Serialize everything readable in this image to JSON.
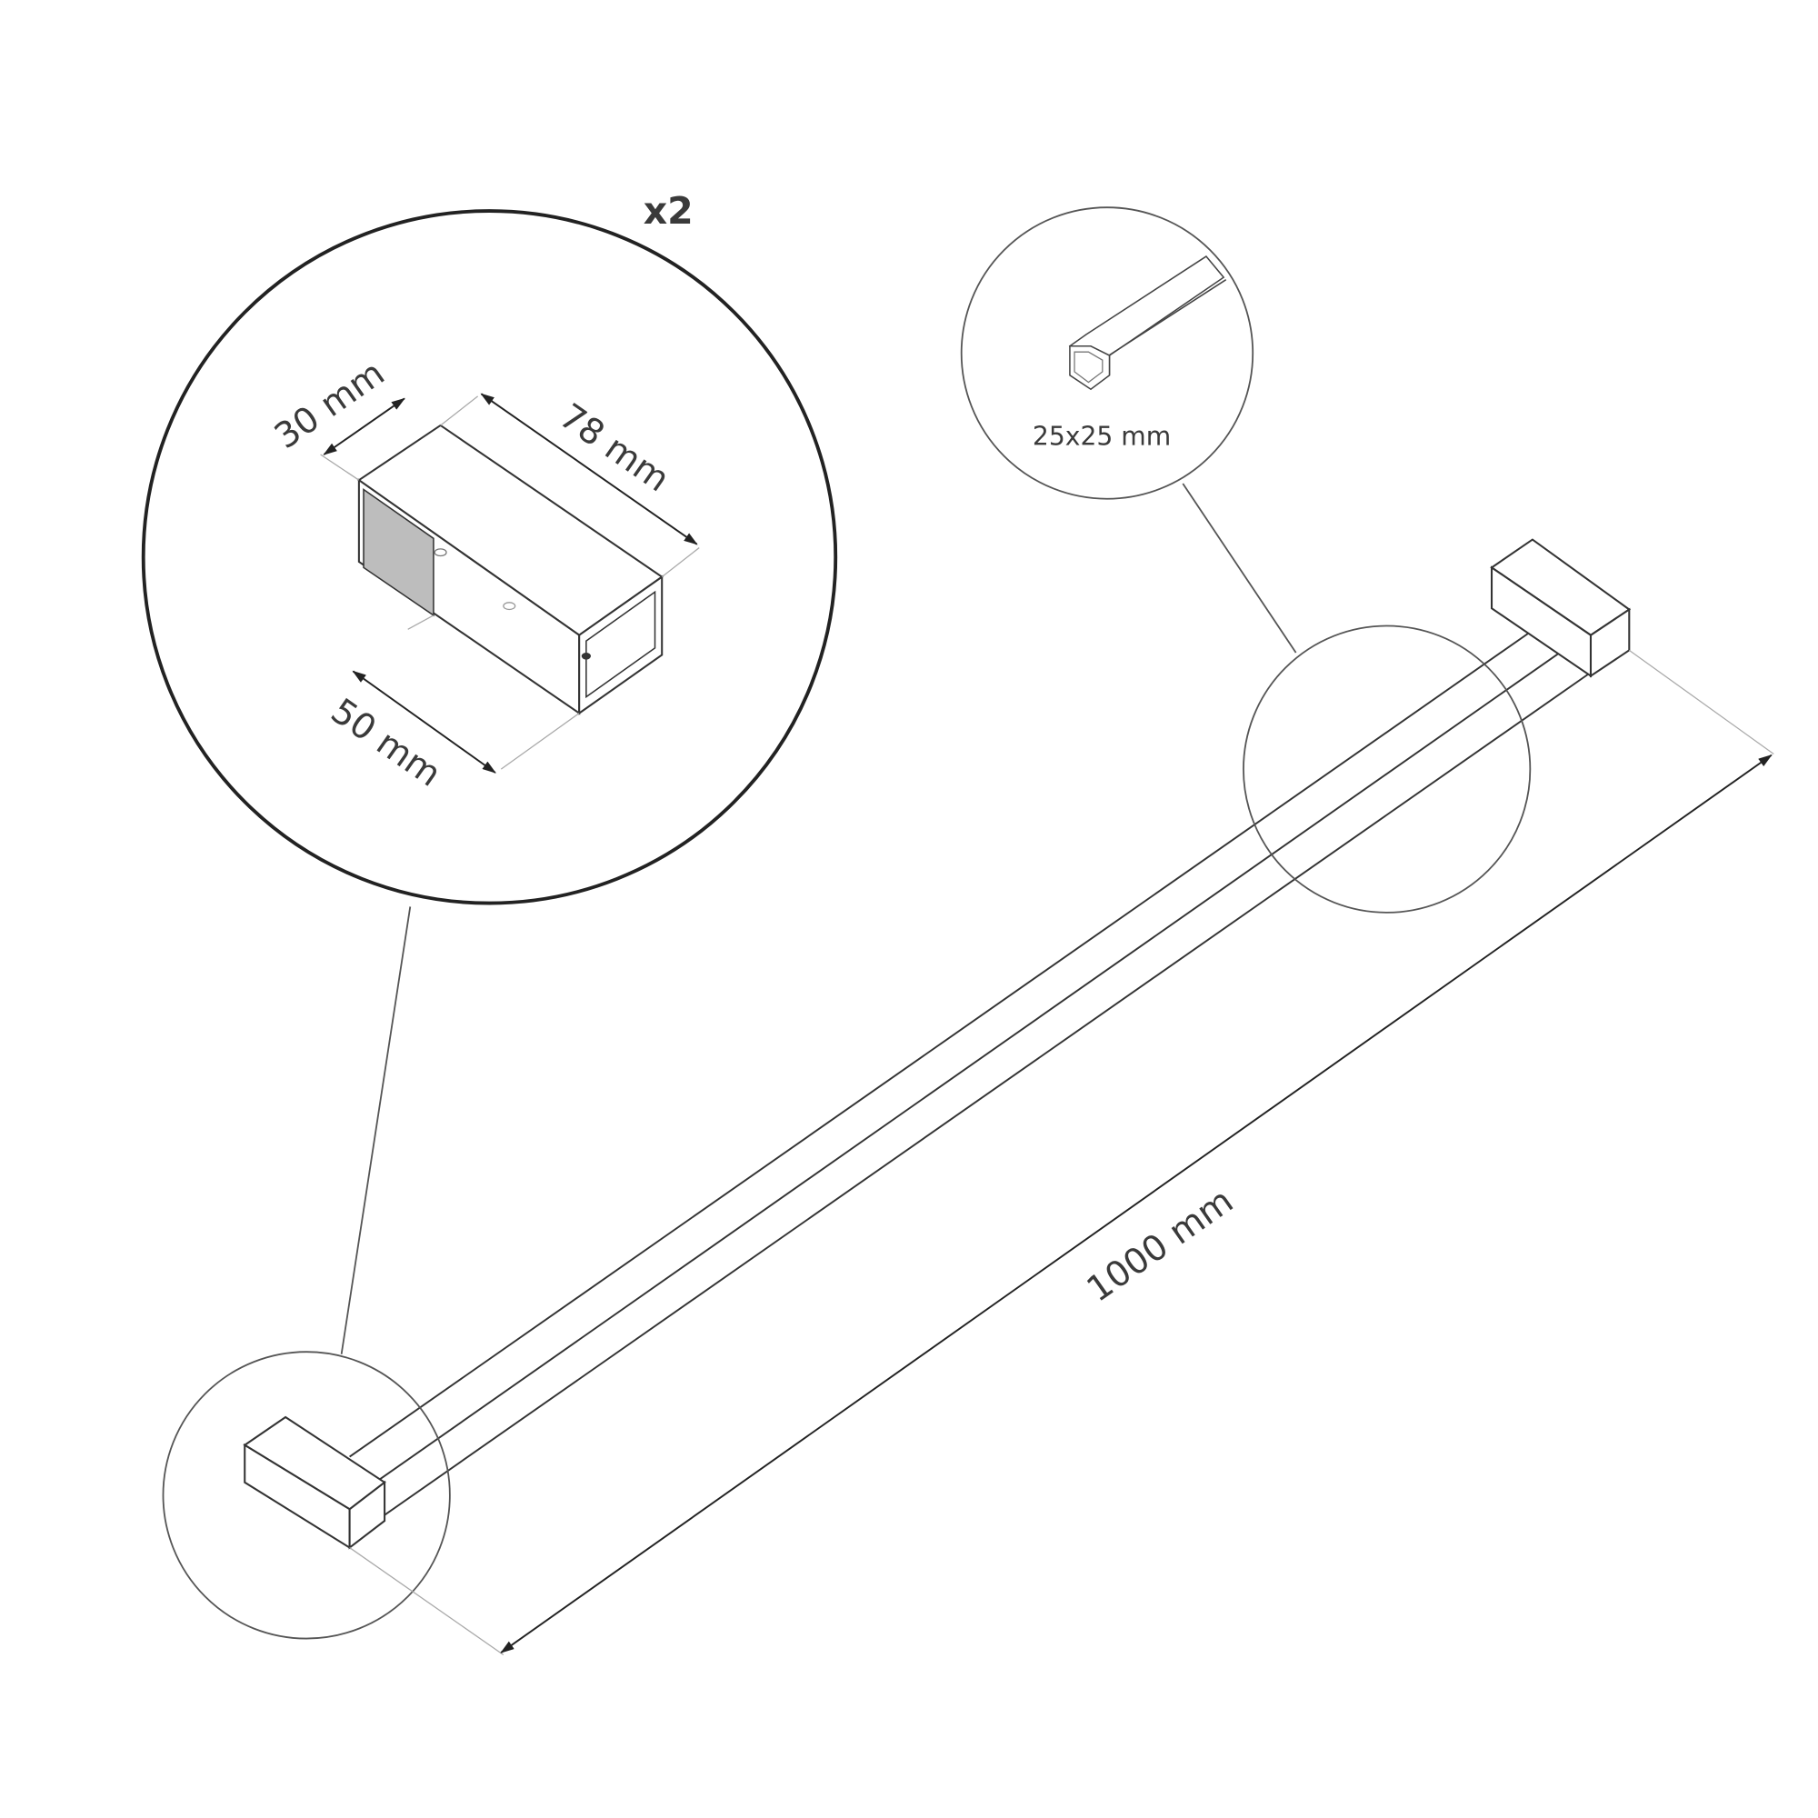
{
  "quantity_label": "x2",
  "dimensions": {
    "connector_width": "30 mm",
    "connector_length": "78 mm",
    "connector_offset": "50 mm",
    "tube_section": "25x25 mm",
    "total_length": "1000 mm"
  },
  "colors": {
    "line": "#333333",
    "shade": "#bdbdbd"
  }
}
